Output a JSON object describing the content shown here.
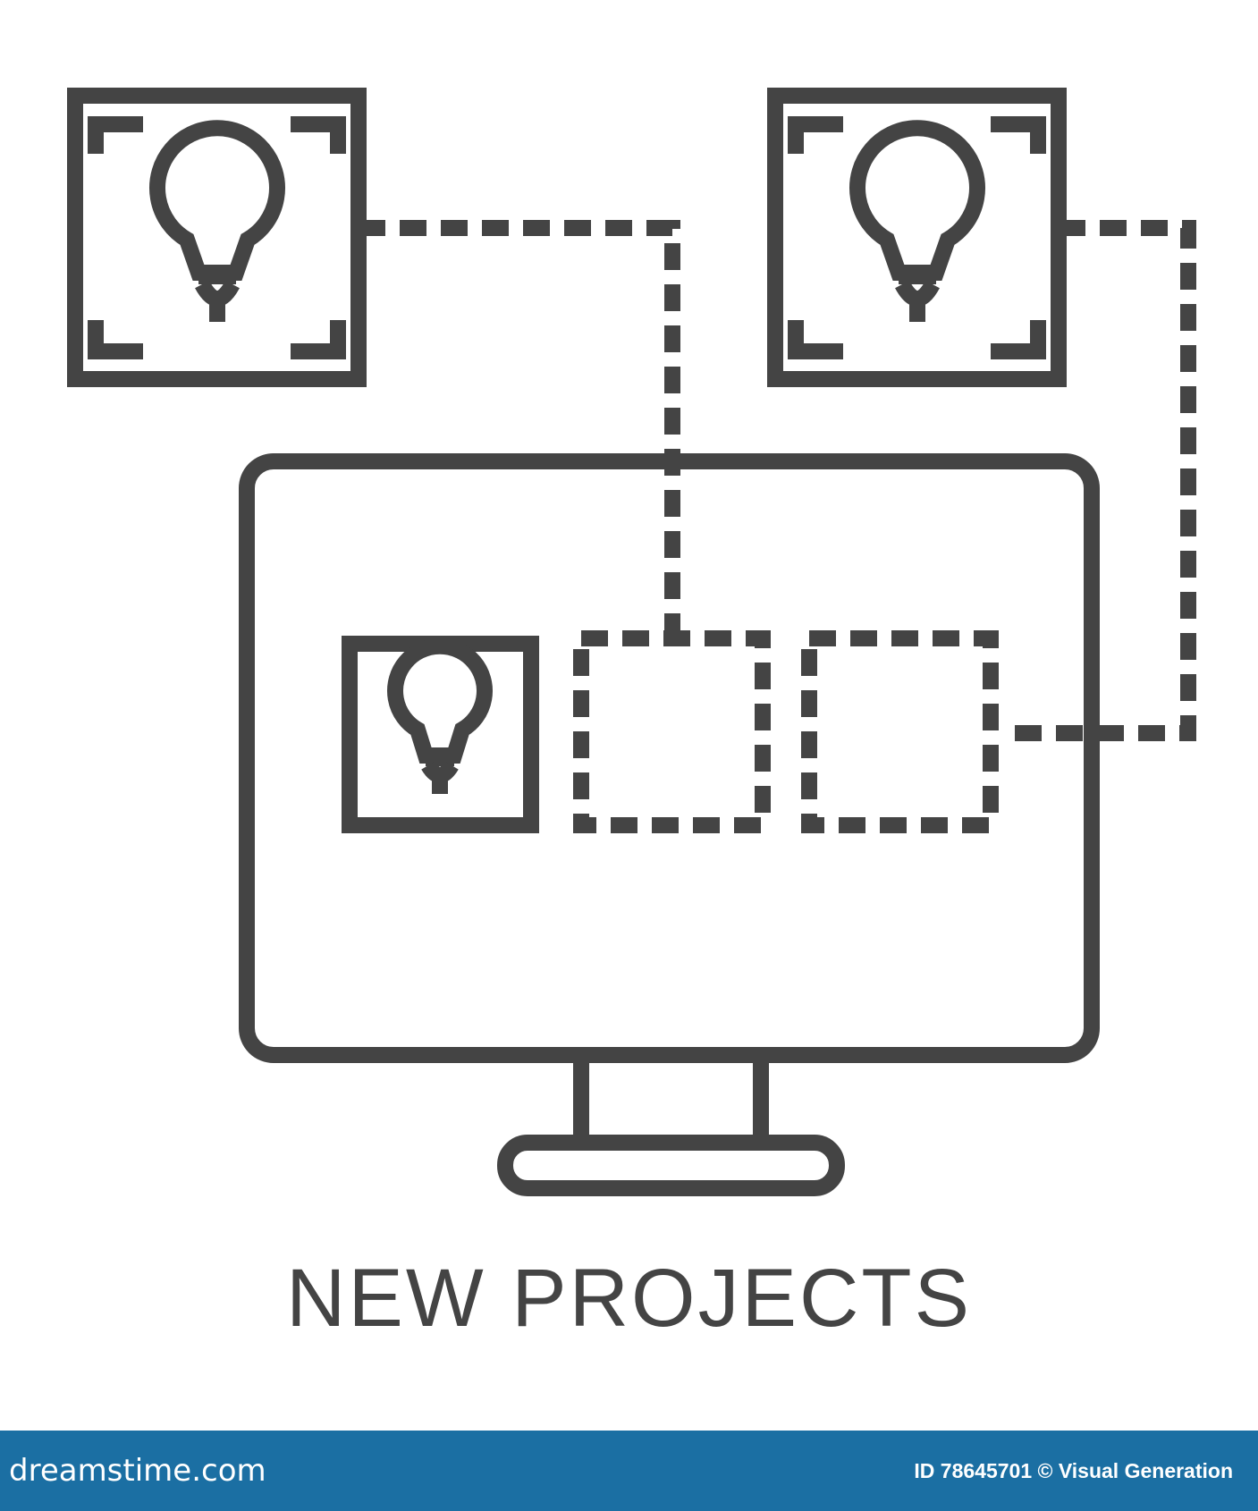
{
  "caption": "NEW PROJECTS",
  "footer": {
    "logo_text": "dreamstime.com",
    "id_text": "ID 78645701 © Visual Generation"
  },
  "icons": [
    "lightbulb-icon",
    "monitor-icon",
    "focus-frame-icon"
  ],
  "colors": {
    "line": "#444444",
    "background": "#ffffff",
    "footer_bar": "#1b6fa3",
    "footer_text": "#ffffff"
  }
}
